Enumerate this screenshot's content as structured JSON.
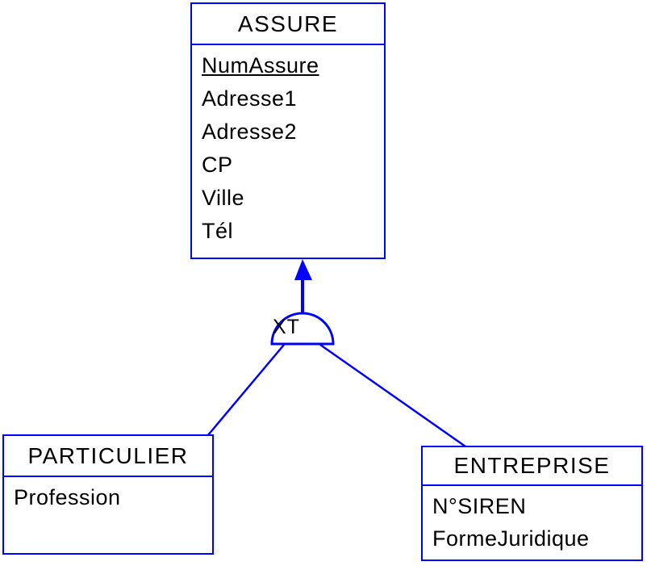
{
  "diagram": {
    "kind": "merise-inheritance-diagram",
    "colors": {
      "line": "#0000FF",
      "text": "#000000",
      "background": "#FFFFFF"
    },
    "inheritance": {
      "label": "XT",
      "parent": "ASSURE",
      "children": [
        "PARTICULIER",
        "ENTREPRISE"
      ]
    },
    "entities": {
      "assure": {
        "title": "ASSURE",
        "primary_key": "NumAssure",
        "attributes": [
          "NumAssure",
          "Adresse1",
          "Adresse2",
          "CP",
          "Ville",
          "Tél"
        ]
      },
      "particulier": {
        "title": "PARTICULIER",
        "attributes": [
          "Profession"
        ]
      },
      "entreprise": {
        "title": "ENTREPRISE",
        "attributes": [
          "N°SIREN",
          "FormeJuridique"
        ]
      }
    }
  }
}
